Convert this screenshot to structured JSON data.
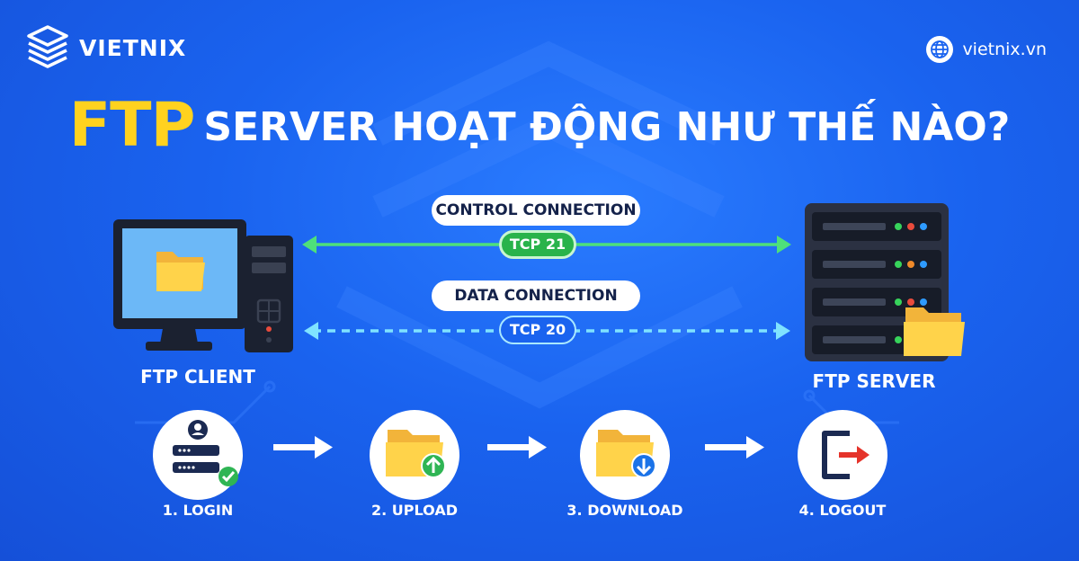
{
  "brand": {
    "name": "VIETNIX",
    "site": "vietnix.vn"
  },
  "title": {
    "highlight": "FTP",
    "rest": "SERVER HOẠT ĐỘNG NHƯ THẾ NÀO?"
  },
  "connections": {
    "control": {
      "label": "CONTROL CONNECTION",
      "port": "TCP 21"
    },
    "data": {
      "label": "DATA CONNECTION",
      "port": "TCP 20"
    }
  },
  "devices": {
    "client": "FTP CLIENT",
    "server": "FTP SERVER"
  },
  "steps": [
    {
      "label": "1. LOGIN",
      "icon": "login-icon"
    },
    {
      "label": "2. UPLOAD",
      "icon": "upload-folder-icon"
    },
    {
      "label": "3. DOWNLOAD",
      "icon": "download-folder-icon"
    },
    {
      "label": "4. LOGOUT",
      "icon": "logout-icon"
    }
  ],
  "colors": {
    "background": "#1a63ef",
    "title_highlight": "#ffd21f",
    "control_line": "#4ee07a",
    "data_line": "#7fe3ff",
    "tag21": "#29b34b"
  }
}
